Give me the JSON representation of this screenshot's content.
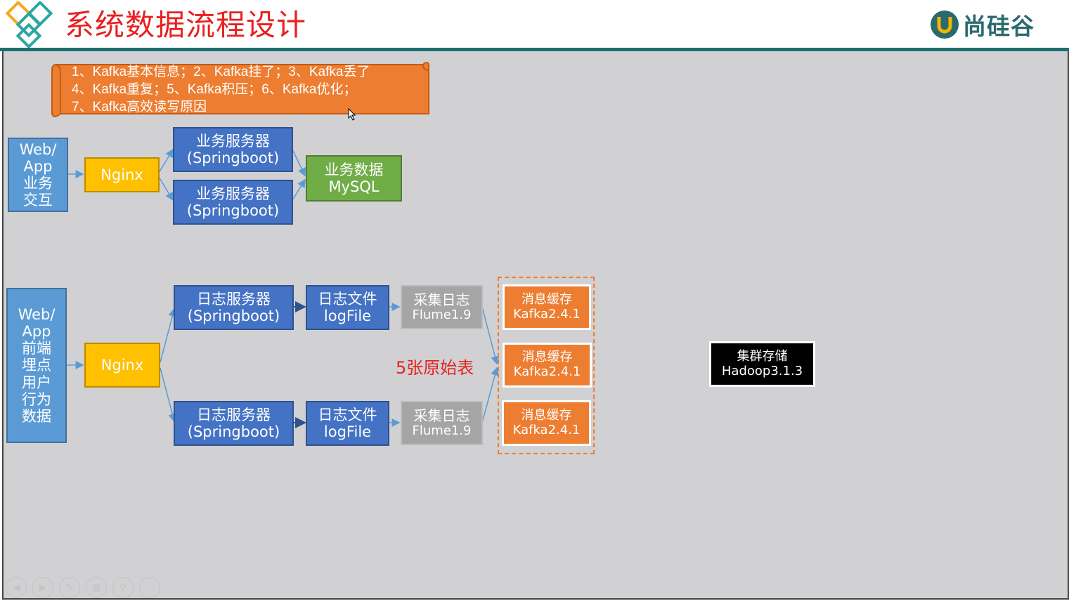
{
  "header": {
    "title": "系统数据流程设计",
    "brand": "尚硅谷",
    "brand_mark": "U"
  },
  "note": {
    "lines": [
      "1、Kafka基本信息；2、Kafka挂了；3、Kafka丢了",
      "4、Kafka重复；5、Kafka积压；6、Kafka优化；",
      "7、Kafka高效读写原因"
    ]
  },
  "business_flow": {
    "client": [
      "Web/",
      "App",
      "业务",
      "交互"
    ],
    "nginx": "Nginx",
    "server1": [
      "业务服务器",
      "(Springboot)"
    ],
    "server2": [
      "业务服务器",
      "(Springboot)"
    ],
    "db": [
      "业务数据",
      "MySQL"
    ]
  },
  "log_flow": {
    "client": [
      "Web/",
      "App",
      "前端",
      "埋点",
      "用户",
      "行为",
      "数据"
    ],
    "nginx": "Nginx",
    "server1": [
      "日志服务器",
      "(Springboot)"
    ],
    "server2": [
      "日志服务器",
      "(Springboot)"
    ],
    "file1": [
      "日志文件",
      "logFile"
    ],
    "file2": [
      "日志文件",
      "logFile"
    ],
    "flume1": [
      "采集日志",
      "Flume1.9"
    ],
    "flume2": [
      "采集日志",
      "Flume1.9"
    ],
    "kafka1": [
      "消息缓存",
      "Kafka2.4.1"
    ],
    "kafka2": [
      "消息缓存",
      "Kafka2.4.1"
    ],
    "kafka3": [
      "消息缓存",
      "Kafka2.4.1"
    ],
    "tables_label": "5张原始表",
    "hadoop": [
      "集群存储",
      "Hadoop3.1.3"
    ]
  },
  "colors": {
    "title_red": "#e8201f",
    "header_line": "#1e6e73",
    "canvas": "#d1d0d2",
    "orange": "#ed7d31",
    "arrow": "#5b9bd5"
  },
  "controls": [
    "prev-icon",
    "next-icon",
    "pen-icon",
    "slides-icon",
    "zoom-icon",
    "more-icon"
  ]
}
